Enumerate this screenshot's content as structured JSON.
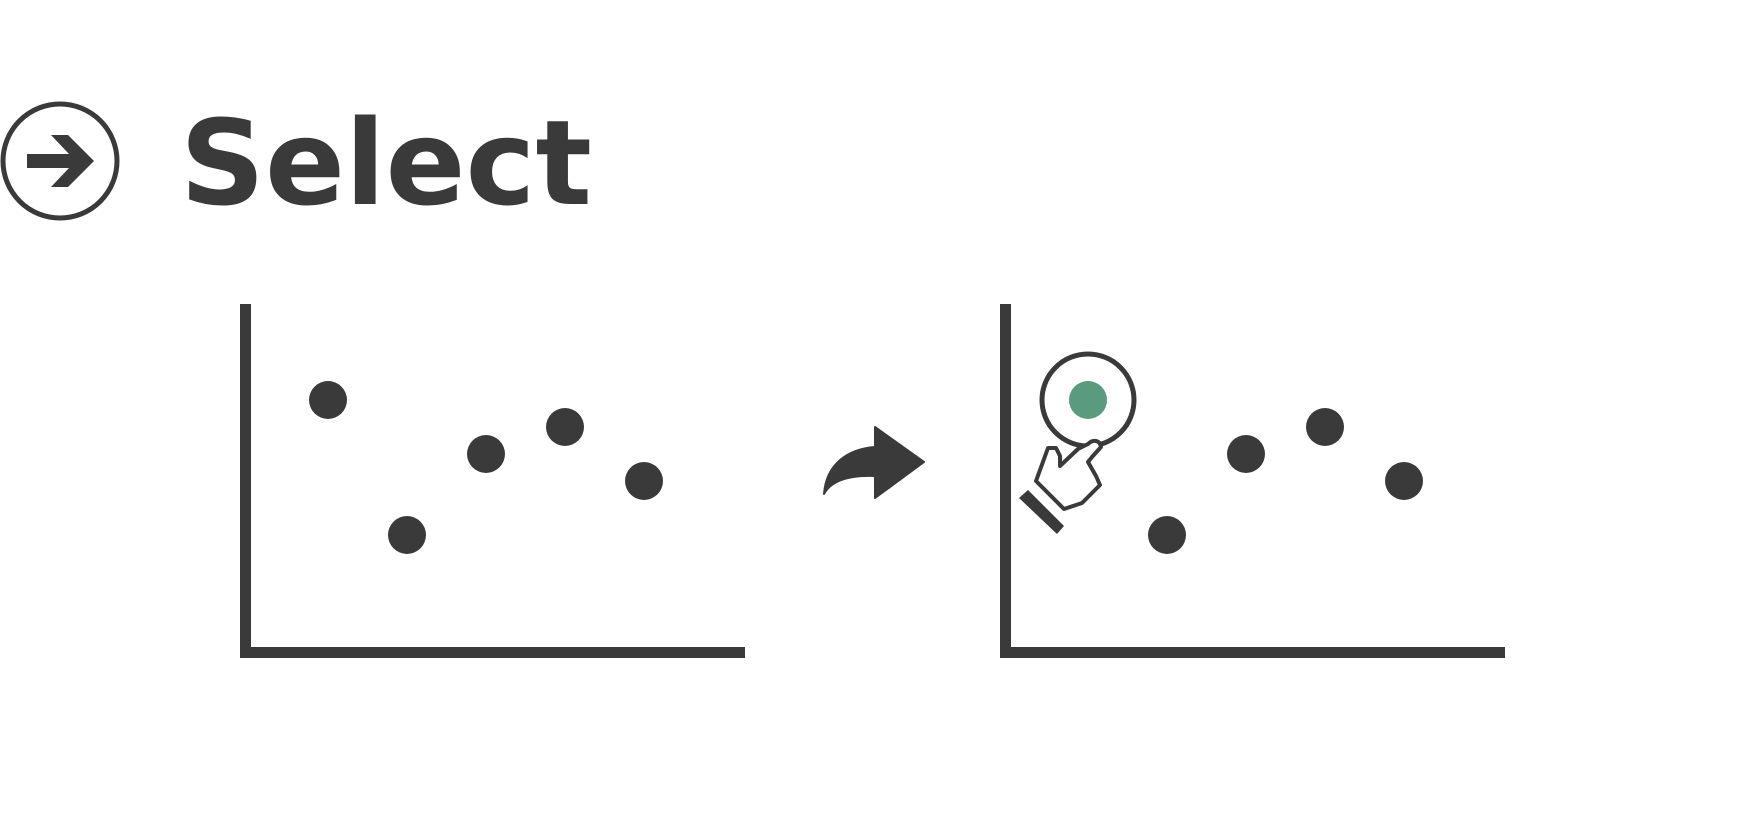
{
  "title": "Select",
  "colors": {
    "ink": "#3a3a3a",
    "background": "#ffffff",
    "highlight": "#5a9a7e"
  },
  "icons": {
    "header": "arrow-right-circle-icon",
    "transition": "curved-arrow-right-icon",
    "cursor": "pointing-hand-icon"
  },
  "before_panel": {
    "points": [
      {
        "x": 1,
        "y": 4
      },
      {
        "x": 2,
        "y": -1
      },
      {
        "x": 3,
        "y": 2
      },
      {
        "x": 4,
        "y": 3
      },
      {
        "x": 5,
        "y": 1
      }
    ]
  },
  "after_panel": {
    "selected_index": 0,
    "points": [
      {
        "x": 1,
        "y": 4
      },
      {
        "x": 2,
        "y": -1
      },
      {
        "x": 3,
        "y": 2
      },
      {
        "x": 4,
        "y": 3
      },
      {
        "x": 5,
        "y": 1
      }
    ]
  }
}
